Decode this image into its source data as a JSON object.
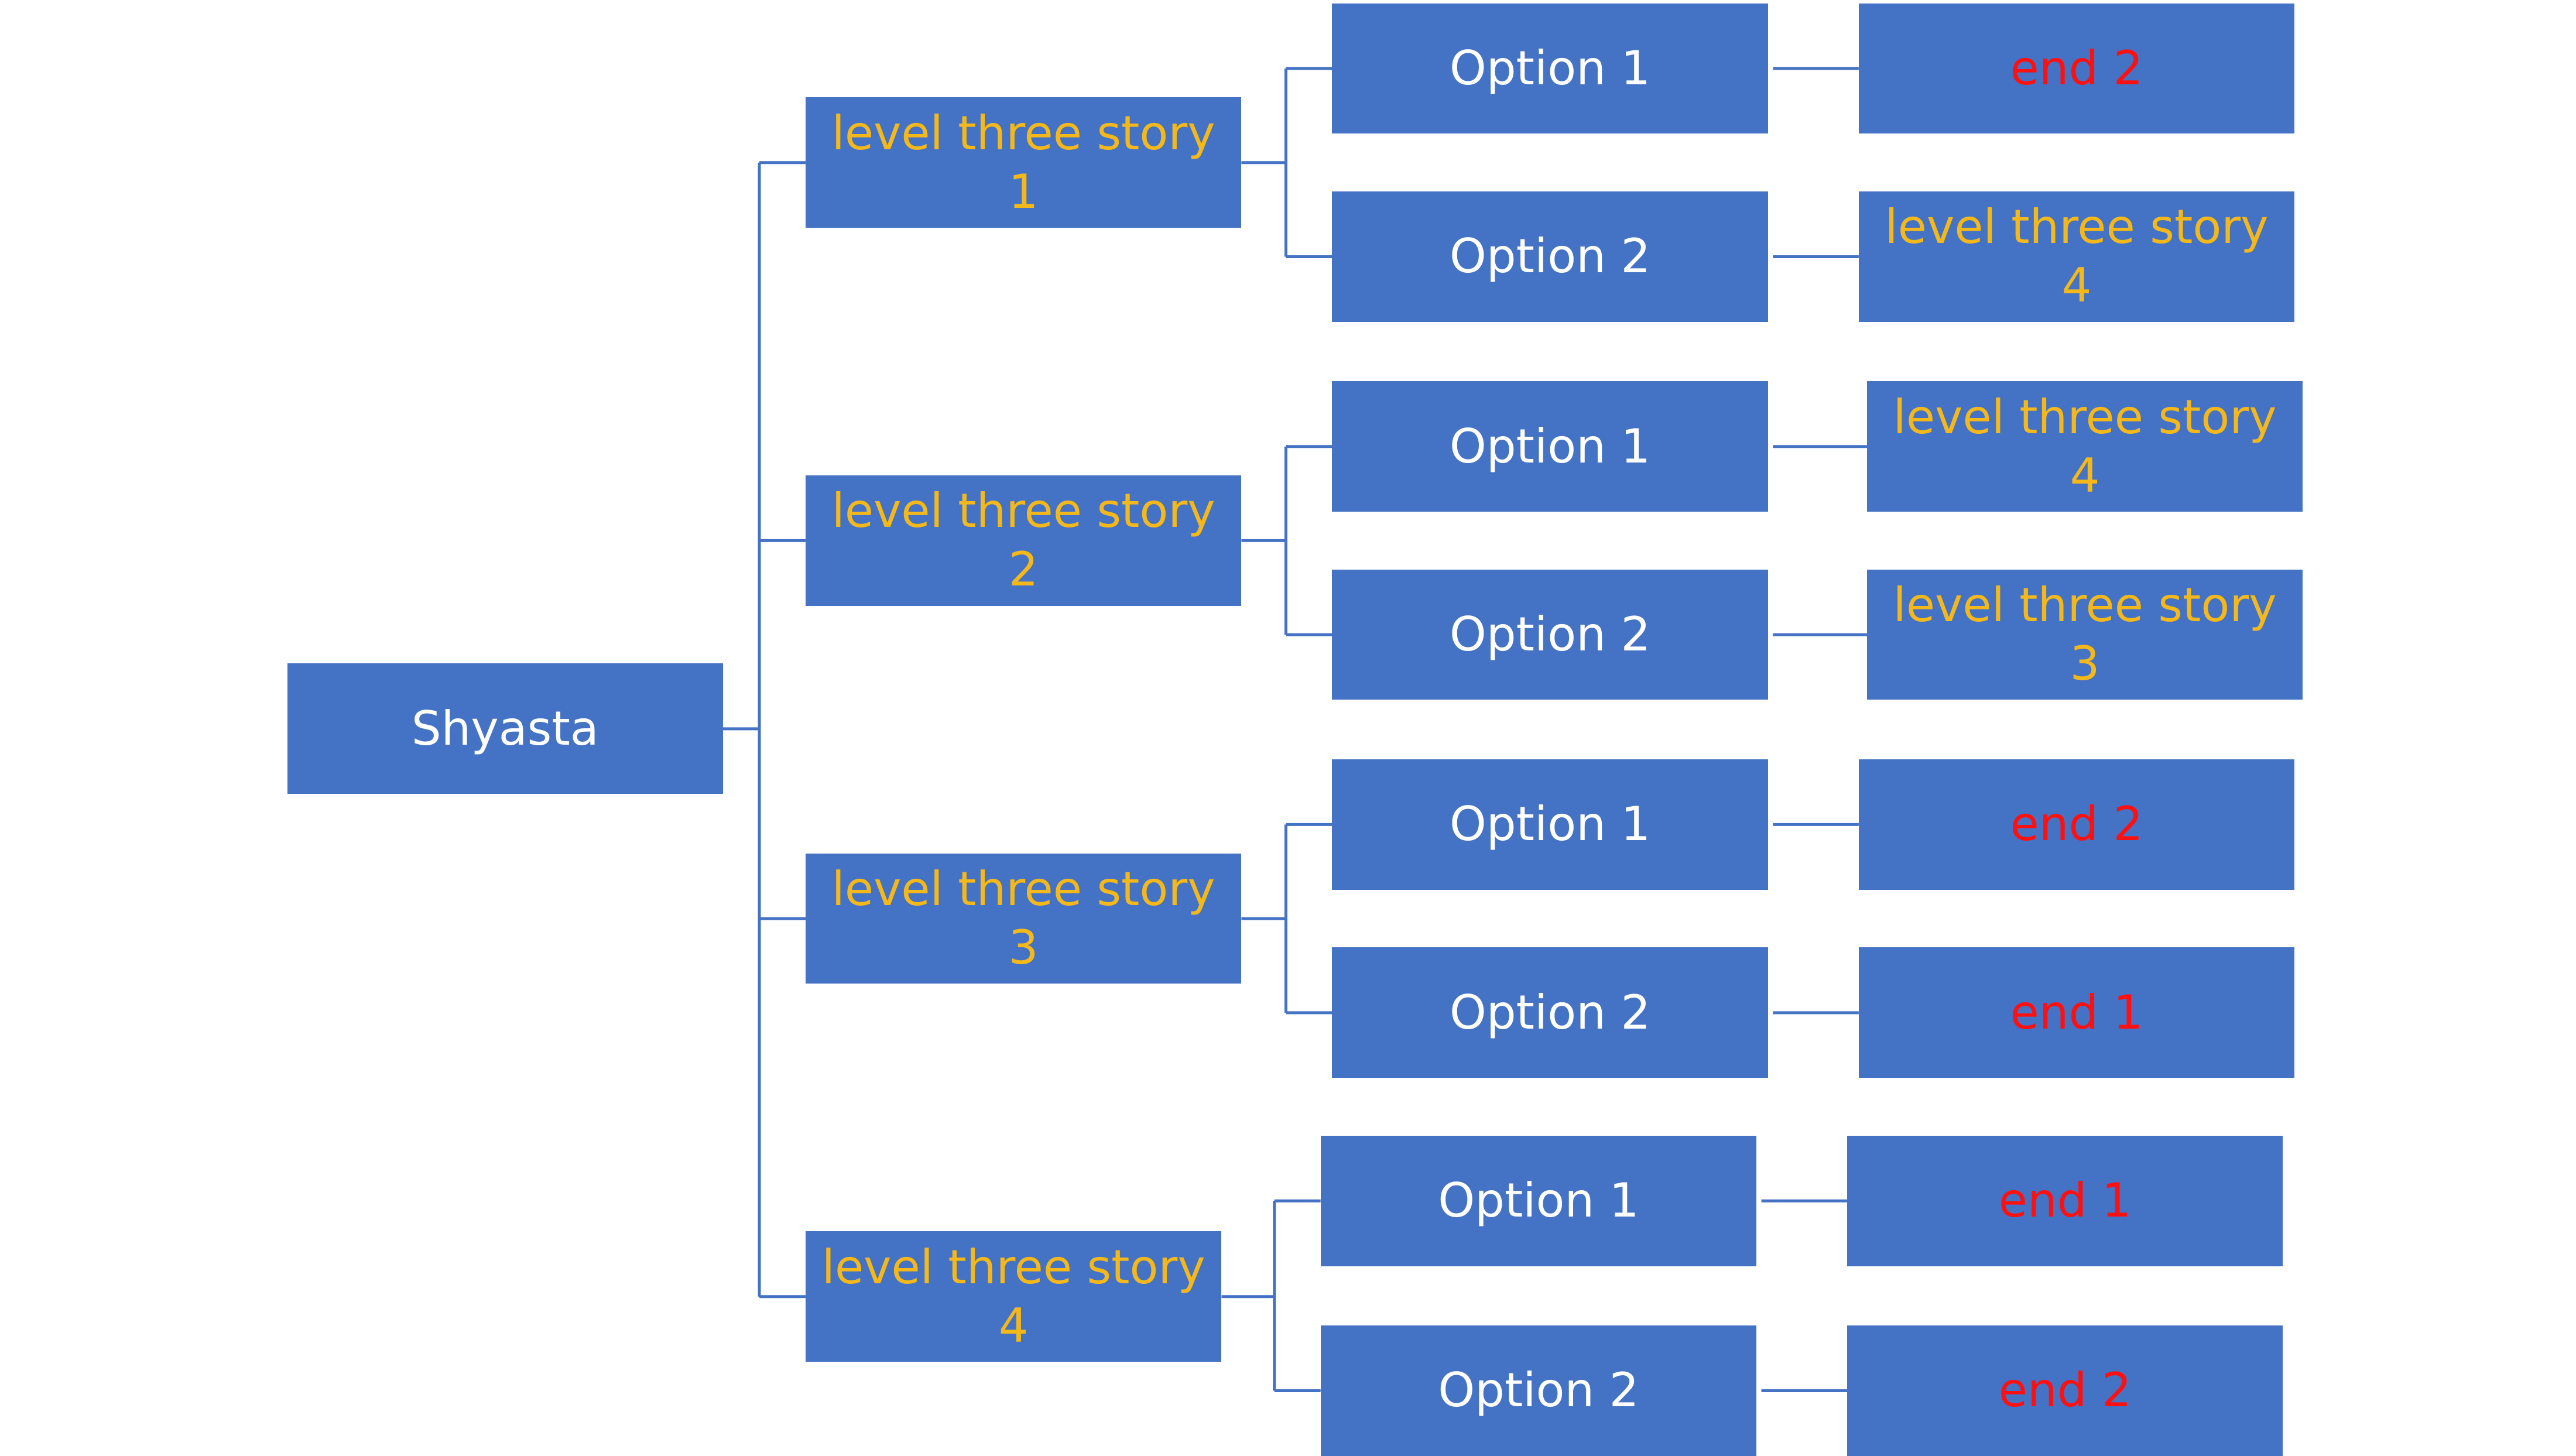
{
  "root": {
    "label": "Shyasta"
  },
  "branches": [
    {
      "label": "level three story 1",
      "options": [
        {
          "label": "Option 1",
          "outcome": {
            "label": "end 2",
            "kind": "end"
          }
        },
        {
          "label": "Option 2",
          "outcome": {
            "label": "level three story 4",
            "kind": "story"
          }
        }
      ]
    },
    {
      "label": "level three story 2",
      "options": [
        {
          "label": "Option 1",
          "outcome": {
            "label": "level three story 4",
            "kind": "story"
          }
        },
        {
          "label": "Option 2",
          "outcome": {
            "label": "level three story 3",
            "kind": "story"
          }
        }
      ]
    },
    {
      "label": "level three story 3",
      "options": [
        {
          "label": "Option 1",
          "outcome": {
            "label": "end 2",
            "kind": "end"
          }
        },
        {
          "label": "Option 2",
          "outcome": {
            "label": "end 1",
            "kind": "end"
          }
        }
      ]
    },
    {
      "label": "level three story 4",
      "options": [
        {
          "label": "Option 1",
          "outcome": {
            "label": "end 1",
            "kind": "end"
          }
        },
        {
          "label": "Option 2",
          "outcome": {
            "label": "end 2",
            "kind": "end"
          }
        }
      ]
    }
  ],
  "colors": {
    "box_fill": "#4472c4",
    "connector": "#4472c4",
    "root_text": "#ffffff",
    "option_text": "#ffffff",
    "story_text": "#f4b81b",
    "end_text": "#ff1010"
  }
}
